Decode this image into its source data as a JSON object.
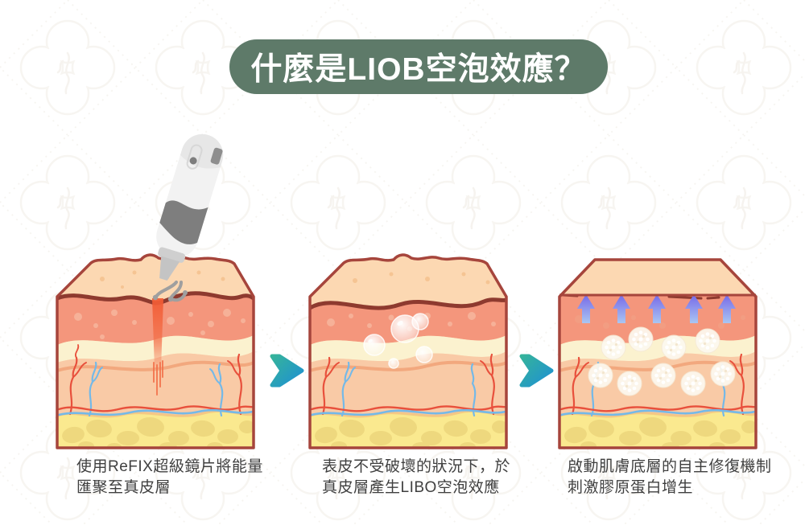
{
  "title": {
    "text": "什麼是LIOB空泡效應？"
  },
  "steps": [
    {
      "caption_line1": "使用ReFIX超級鏡片將能量",
      "caption_line2": "匯聚至真皮層"
    },
    {
      "caption_line1": "表皮不受破壞的狀況下，於",
      "caption_line2": "真皮層產生LIBO空泡效應"
    },
    {
      "caption_line1": "啟動肌膚底層的自主修復機制",
      "caption_line2": "刺激膠原蛋白增生"
    }
  ],
  "icons": {
    "step_arrow": "chevron-right-icon",
    "recovery_arrow": "up-arrow-icon",
    "device": "laser-handpiece",
    "bubble": "cavitation-bubble",
    "collagen": "collagen-ball"
  },
  "colors": {
    "banner_green": "#5e7a69",
    "outline_brown": "#a6453c",
    "wrinkle_line": "#8e3a2f",
    "skin_top": "#fcd8b2",
    "epidermis": "#f4967c",
    "epidermis_dot": "#f7b49c",
    "cream_band": "#fbf2cf",
    "orange_line": "#f2a87e",
    "dermis": "#f9caa6",
    "fat_base": "#fae98f",
    "fat_blob": "#eed87e",
    "vessel_red": "#e8503c",
    "vessel_blue": "#74b9e8",
    "laser_beam": "#f25a33",
    "device_gray": "#7e7e7e",
    "chevron_teal": "#35b39b",
    "chevron_blue": "#1e90d4",
    "up_arrow_purple": "#7668e8",
    "up_arrow_blue": "#a9c6f2",
    "caption_text": "#3f3f3f"
  }
}
